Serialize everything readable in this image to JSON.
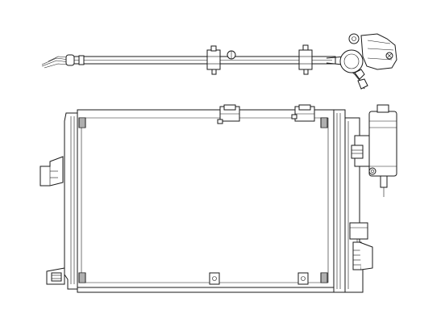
{
  "drawing": {
    "subject": "condenser-assembly-line-drawing",
    "stroke_color": "#1a1a1a",
    "background_color": "#ffffff",
    "views": [
      "top-view",
      "front-view"
    ]
  }
}
